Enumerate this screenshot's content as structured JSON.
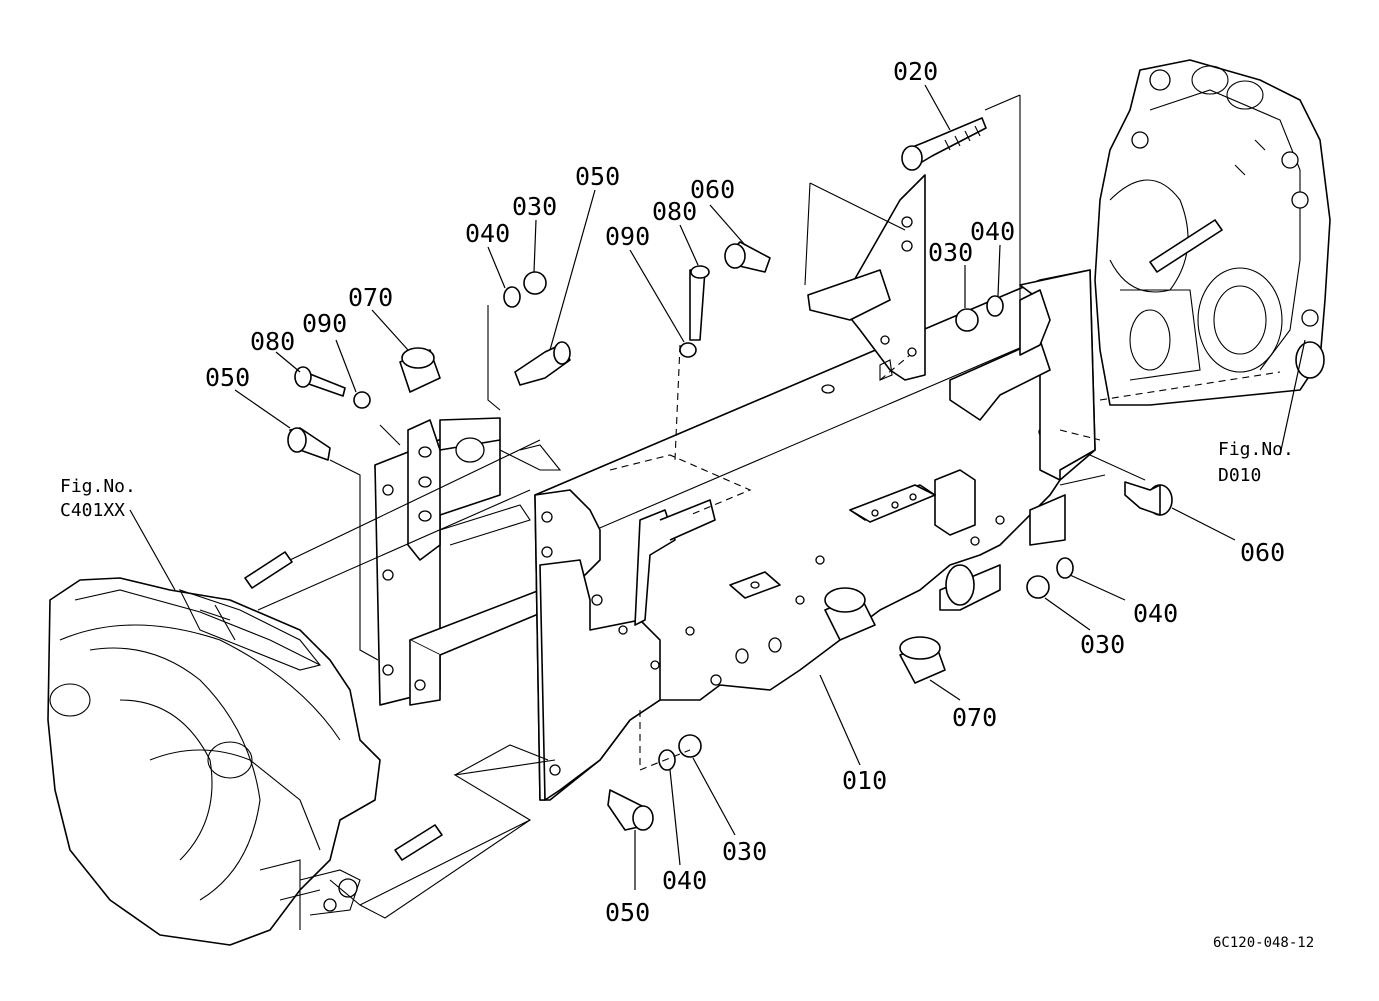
{
  "diagram": {
    "drawing_code": "6C120-048-12",
    "references": {
      "left": {
        "line1": "Fig.No.",
        "line2": "C401XX"
      },
      "right": {
        "line1": "Fig.No.",
        "line2": "D010"
      }
    },
    "part_labels": [
      "020",
      "060",
      "050",
      "030",
      "040",
      "080",
      "090",
      "070",
      "080",
      "090",
      "050",
      "030",
      "040",
      "060",
      "040",
      "030",
      "070",
      "010",
      "050",
      "040",
      "030"
    ]
  }
}
